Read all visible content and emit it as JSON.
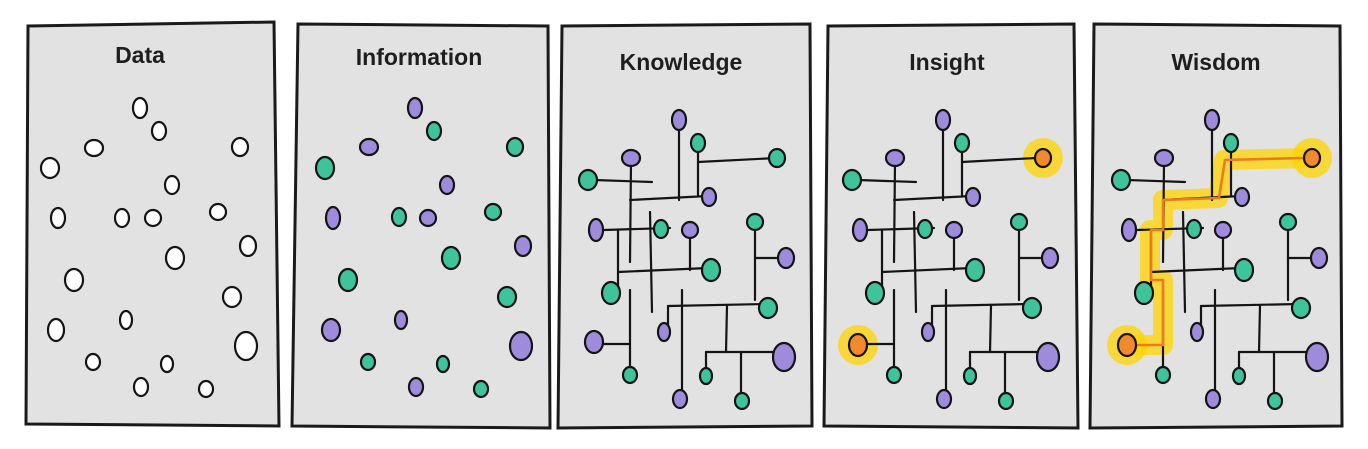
{
  "panels": [
    {
      "id": "data",
      "title": "Data"
    },
    {
      "id": "information",
      "title": "Information"
    },
    {
      "id": "knowledge",
      "title": "Knowledge"
    },
    {
      "id": "insight",
      "title": "Insight"
    },
    {
      "id": "wisdom",
      "title": "Wisdom"
    }
  ],
  "colors": {
    "panel_background": "#e2e2e2",
    "outline": "#141414",
    "node_green": "#3ec39a",
    "node_purple": "#9f8bdc",
    "highlight_glow": "#ffd400",
    "highlight_node": "#f08a2c"
  }
}
